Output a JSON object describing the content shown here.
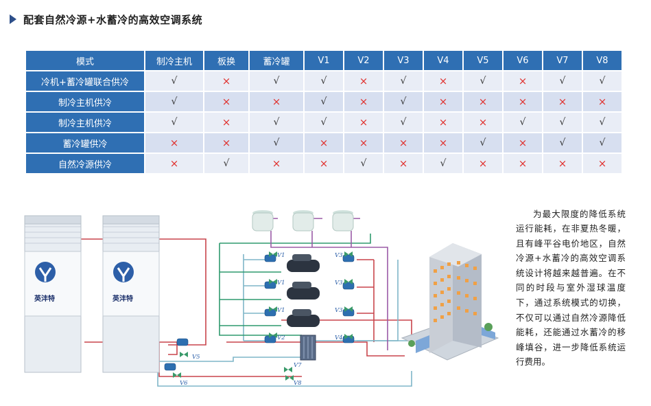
{
  "header": {
    "title": "配套自然冷源+水蓄冷的高效空调系统"
  },
  "table": {
    "columns": [
      "模式",
      "制冷主机",
      "板换",
      "蓄冷罐",
      "V1",
      "V2",
      "V3",
      "V4",
      "V5",
      "V6",
      "V7",
      "V8"
    ],
    "yes_mark": "√",
    "no_mark": "×",
    "rows": [
      {
        "label": "冷机+蓄冷罐联合供冷",
        "values": [
          "√",
          "×",
          "√",
          "√",
          "×",
          "√",
          "×",
          "√",
          "×",
          "√",
          "√"
        ]
      },
      {
        "label": "制冷主机供冷",
        "values": [
          "√",
          "×",
          "×",
          "√",
          "×",
          "√",
          "×",
          "×",
          "×",
          "×",
          "×"
        ]
      },
      {
        "label": "制冷主机供冷",
        "values": [
          "√",
          "×",
          "√",
          "√",
          "×",
          "√",
          "×",
          "×",
          "√",
          "√",
          "√"
        ]
      },
      {
        "label": "蓄冷罐供冷",
        "values": [
          "×",
          "×",
          "√",
          "×",
          "×",
          "×",
          "×",
          "√",
          "×",
          "√",
          "√"
        ]
      },
      {
        "label": "自然冷源供冷",
        "values": [
          "×",
          "√",
          "×",
          "×",
          "√",
          "×",
          "√",
          "×",
          "×",
          "×",
          "×"
        ]
      }
    ]
  },
  "description": "为最大限度的降低系统运行能耗，在非夏热冬暖，且有峰平谷电价地区，自然冷源+水蓄冷的高效空调系统设计将越来越普遍。在不同的时段与室外湿球温度下，通过系统模式的切换，不仅可以通过自然冷源降低能耗，还能通过水蓄冷的移峰填谷，进一步降低系统运行费用。",
  "diagram": {
    "tank_brand": "英沣特",
    "valve_labels": {
      "v1": "V1",
      "v2": "V2",
      "v3": "V3",
      "v4": "V4",
      "v5": "V5",
      "v6": "V6",
      "v7": "V7",
      "v8": "V8"
    }
  }
}
